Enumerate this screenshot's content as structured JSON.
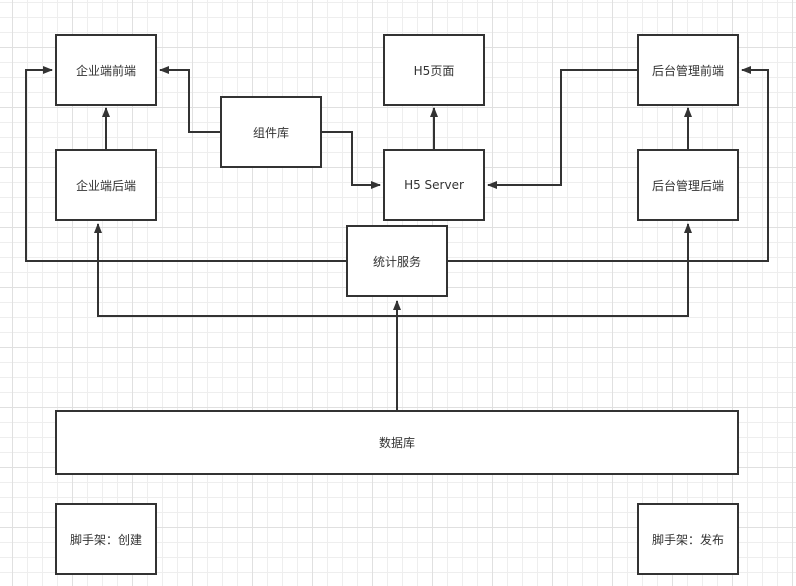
{
  "diagram": {
    "nodes": {
      "enterprise_frontend": "企业端前端",
      "enterprise_backend": "企业端后端",
      "component_library": "组件库",
      "h5_page": "H5页面",
      "h5_server": "H5 Server",
      "admin_frontend": "后台管理前端",
      "admin_backend": "后台管理后端",
      "stats_service": "统计服务",
      "database": "数据库",
      "scaffold_create": "脚手架：创建",
      "scaffold_publish": "脚手架：发布"
    },
    "edges": [
      {
        "from": "enterprise_backend",
        "to": "enterprise_frontend"
      },
      {
        "from": "component_library",
        "to": "enterprise_frontend"
      },
      {
        "from": "component_library",
        "to": "h5_server"
      },
      {
        "from": "h5_server",
        "to": "h5_page"
      },
      {
        "from": "admin_frontend",
        "to": "h5_server"
      },
      {
        "from": "admin_backend",
        "to": "admin_frontend"
      },
      {
        "from": "stats_service",
        "to": "enterprise_frontend"
      },
      {
        "from": "stats_service",
        "to": "admin_frontend"
      },
      {
        "from": "database",
        "to": "stats_service"
      },
      {
        "from": "database",
        "to": "enterprise_backend"
      },
      {
        "from": "database",
        "to": "admin_backend"
      }
    ],
    "colors": {
      "stroke": "#333333",
      "text": "#333333",
      "fill": "#ffffff"
    }
  }
}
